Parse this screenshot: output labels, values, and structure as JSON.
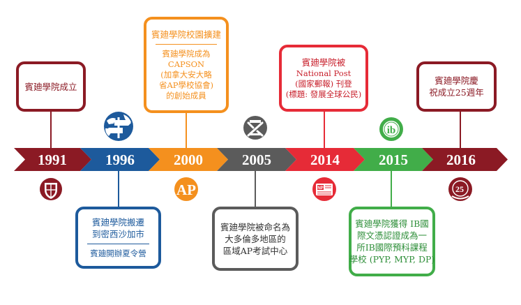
{
  "colors": {
    "maroon": "#8b1a24",
    "blue": "#1d5a9c",
    "orange": "#f4901e",
    "gray": "#5b5b5b",
    "red": "#e62b37",
    "green": "#41ad49"
  },
  "years": [
    "1991",
    "1996",
    "2000",
    "2005",
    "2014",
    "2015",
    "2016"
  ],
  "events": {
    "e1991": {
      "title": "賓廸學院成立"
    },
    "e1996": {
      "title_l1": "賓廸學院搬遷",
      "title_l2": "到密西沙加市",
      "sub": "賓廸開辦夏令營"
    },
    "e2000": {
      "title": "賓廸學院校園擴建",
      "sub_l1": "賓廸學院成為",
      "sub_l2": "CAPSON",
      "sub_l3": "(加拿大安大略",
      "sub_l4": "省AP學校協會)",
      "sub_l5": "的創始成員"
    },
    "e2005": {
      "l1": "賓廸學院被命名為",
      "l2": "大多倫多地區的",
      "l3": "區域AP考試中心"
    },
    "e2014": {
      "l1": "賓廸學院被",
      "l2": "National Post",
      "l3": "(國家郵報) 刊登",
      "l4": "(標題: 發展全球公民)"
    },
    "e2015": {
      "l1": "賓廸學院獲得 IB國",
      "l2": "際文憑認證成為一",
      "l3": "所IB國際預科課程",
      "l4": "學校 (PYP, MYP, DP)"
    },
    "e2016": {
      "l1": "賓廸學院慶",
      "l2": "祝成立25週年"
    }
  },
  "icons": {
    "i1991": "school-crest-icon",
    "i1996": "globe-signpost-icon",
    "i2000": "ap-logo-icon",
    "i2005": "ap-exam-center-icon",
    "i2014": "np-newspaper-icon",
    "i2015": "ib-logo-icon",
    "i2016": "25th-anniversary-icon"
  },
  "icon_text": {
    "ap": "AP",
    "np": "NP",
    "ib": "ib",
    "anniv": "25"
  }
}
